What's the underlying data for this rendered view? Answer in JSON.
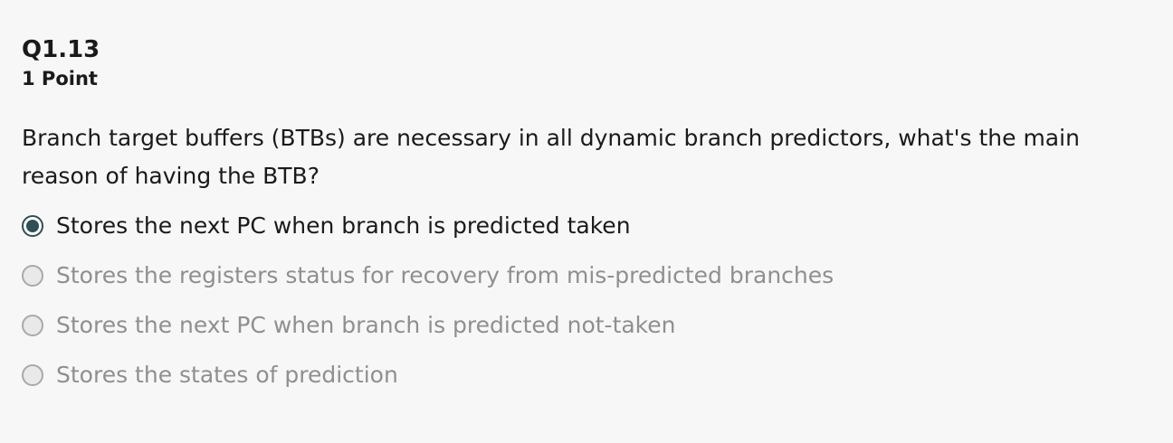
{
  "question": {
    "number": "Q1.13",
    "points": "1 Point",
    "prompt": "Branch target buffers (BTBs) are necessary in all dynamic branch predictors, what's the main reason of having the BTB?"
  },
  "options": [
    {
      "label": "Stores the next PC when branch is predicted taken",
      "selected": true
    },
    {
      "label": "Stores the registers status for recovery from mis-predicted branches",
      "selected": false
    },
    {
      "label": "Stores the next PC when branch is predicted not-taken",
      "selected": false
    },
    {
      "label": "Stores the states of prediction",
      "selected": false
    }
  ],
  "colors": {
    "selected_radio": "#2f4f55",
    "unselected_text": "#8f8f8f",
    "text": "#1a1a1a",
    "background": "#f7f7f7"
  }
}
